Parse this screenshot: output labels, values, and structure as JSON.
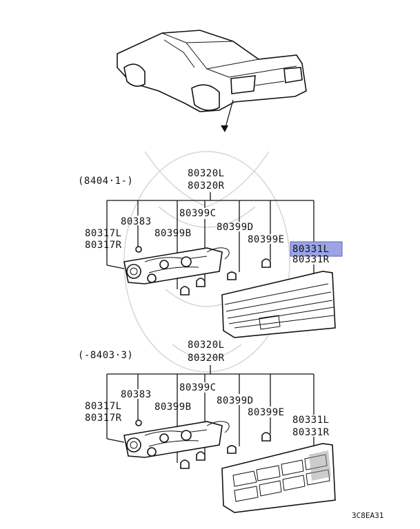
{
  "diagram": {
    "upper_group": {
      "date_range": "(8404·1-)",
      "assembly": [
        "80320L",
        "80320R"
      ],
      "parts": {
        "p80383": "80383",
        "p80317": [
          "80317L",
          "80317R"
        ],
        "p80399C": "80399C",
        "p80399B": "80399B",
        "p80399D": "80399D",
        "p80399E": "80399E",
        "p80331": [
          "80331L",
          "80331R"
        ]
      },
      "highlight_color": "#9aa4e6"
    },
    "lower_group": {
      "date_range": "(-8403·3)",
      "assembly": [
        "80320L",
        "80320R"
      ],
      "parts": {
        "p80383": "80383",
        "p80317": [
          "80317L",
          "80317R"
        ],
        "p80399C": "80399C",
        "p80399B": "80399B",
        "p80399D": "80399D",
        "p80399E": "80399E",
        "p80331": [
          "80331L",
          "80331R"
        ]
      }
    },
    "figure_code": "3C8EA31"
  }
}
